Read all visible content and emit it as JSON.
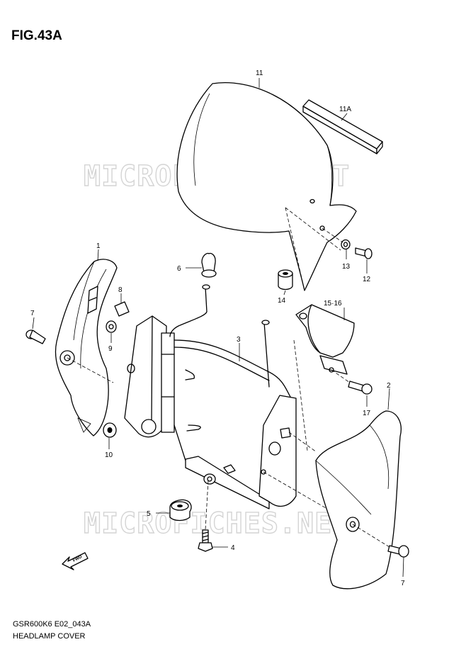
{
  "figure": {
    "title": "FIG.43A",
    "code": "GSR600K6 E02_043A",
    "description": "HEADLAMP COVER",
    "watermark": "MICROFICHES.NET"
  },
  "callouts": [
    {
      "id": "c11",
      "text": "11"
    },
    {
      "id": "c11a",
      "text": "11A"
    },
    {
      "id": "c13",
      "text": "13"
    },
    {
      "id": "c12",
      "text": "12"
    },
    {
      "id": "c14",
      "text": "14"
    },
    {
      "id": "c6",
      "text": "6"
    },
    {
      "id": "c1",
      "text": "1"
    },
    {
      "id": "c8",
      "text": "8"
    },
    {
      "id": "c7a",
      "text": "7"
    },
    {
      "id": "c9",
      "text": "9"
    },
    {
      "id": "c3",
      "text": "3"
    },
    {
      "id": "c1516",
      "text": "15·16"
    },
    {
      "id": "c2",
      "text": "2"
    },
    {
      "id": "c17",
      "text": "17"
    },
    {
      "id": "c10",
      "text": "10"
    },
    {
      "id": "c5",
      "text": "5"
    },
    {
      "id": "c4",
      "text": "4"
    },
    {
      "id": "c7b",
      "text": "7"
    }
  ],
  "direction_arrow": {
    "text": "FWD",
    "icon": "forward-arrow-icon"
  }
}
